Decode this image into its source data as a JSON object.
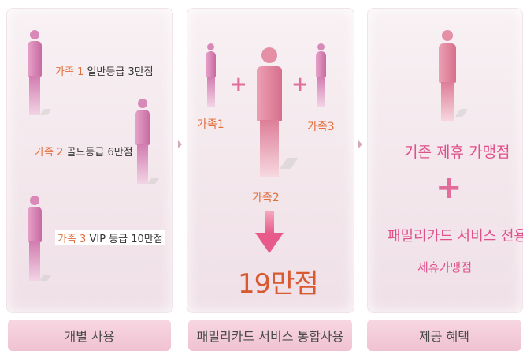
{
  "panel1": {
    "rows": [
      {
        "member": "가족 1",
        "tier": "일반등급",
        "points": "3만점"
      },
      {
        "member": "가족 2",
        "tier": "골드등급",
        "points": "6만점"
      },
      {
        "member": "가족 3",
        "tier": "VIP 등급",
        "points": "10만점"
      }
    ]
  },
  "panel2": {
    "member1": "가족1",
    "member2": "가족2",
    "member3": "가족3",
    "plus": "+",
    "total": "19만점"
  },
  "panel3": {
    "line1": "기존 제휴 가맹점",
    "plus": "+",
    "line2": "패밀리카드 서비스 전용",
    "line3": "제휴가맹점"
  },
  "labels": {
    "individual": "개별 사용",
    "combined": "패밀리카드 서비스 통합사용",
    "benefit": "제공 혜택"
  },
  "colors": {
    "accent_orange": "#e26e3b",
    "accent_pink": "#e0508a",
    "person_pink": "#d77fb0"
  }
}
